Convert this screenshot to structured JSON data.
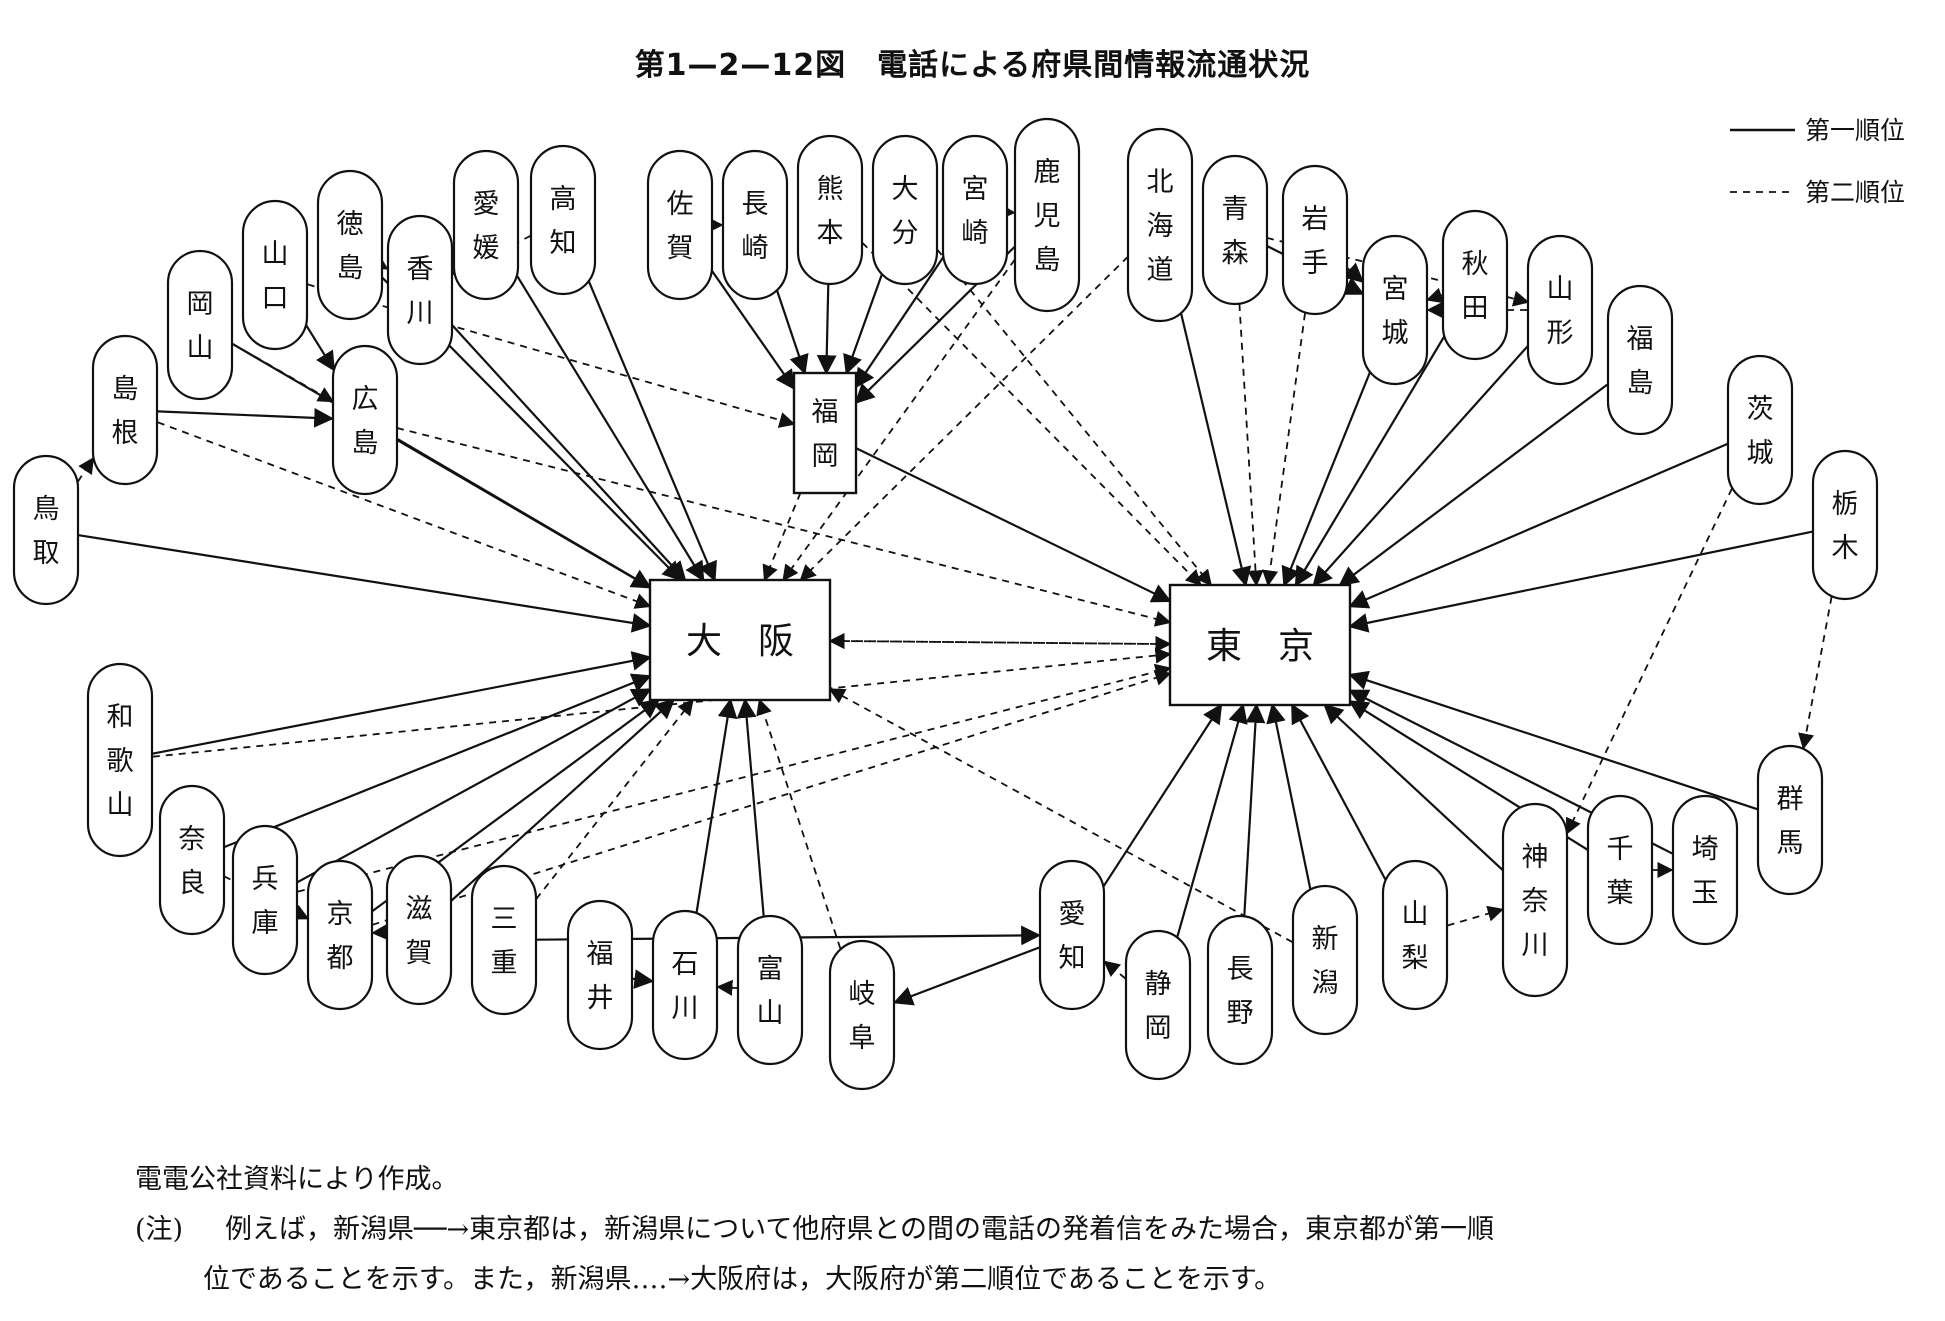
{
  "title": "第1—2—12図　電話による府県間情報流通状況",
  "legend": {
    "first": "第一順位",
    "second": "第二順位"
  },
  "hubs": {
    "osaka": "大　阪",
    "tokyo": "東　京",
    "fukuoka": "福岡"
  },
  "prefectures": {
    "tottori": "鳥取",
    "shimane": "島根",
    "okayama": "岡山",
    "yamaguchi": "山口",
    "hiroshima": "広島",
    "tokushima": "徳島",
    "kagawa": "香川",
    "ehime": "愛媛",
    "kochi": "高知",
    "saga": "佐賀",
    "nagasaki": "長崎",
    "kumamoto": "熊本",
    "oita": "大分",
    "miyazaki": "宮崎",
    "kagoshima": "鹿児島",
    "hokkaido": "北海道",
    "aomori": "青森",
    "iwate": "岩手",
    "miyagi": "宮城",
    "akita": "秋田",
    "yamagata": "山形",
    "fukushima": "福島",
    "ibaraki": "茨城",
    "tochigi": "栃木",
    "gunma": "群馬",
    "saitama": "埼玉",
    "chiba": "千葉",
    "kanagawa": "神奈川",
    "yamanashi": "山梨",
    "niigata": "新潟",
    "nagano": "長野",
    "shizuoka": "静岡",
    "aichi": "愛知",
    "gifu": "岐阜",
    "toyama": "富山",
    "ishikawa": "石川",
    "fukui": "福井",
    "mie": "三重",
    "shiga": "滋賀",
    "kyoto": "京都",
    "hyogo": "兵庫",
    "nara": "奈良",
    "wakayama": "和歌山"
  },
  "edges": [
    [
      "hokkaido",
      "tokyo",
      1
    ],
    [
      "hokkaido",
      "osaka",
      2
    ],
    [
      "aomori",
      "tokyo",
      2
    ],
    [
      "aomori",
      "miyagi",
      1
    ],
    [
      "aomori",
      "yamagata",
      2
    ],
    [
      "iwate",
      "miyagi",
      1
    ],
    [
      "iwate",
      "tokyo",
      2
    ],
    [
      "miyagi",
      "tokyo",
      1
    ],
    [
      "akita",
      "miyagi",
      2
    ],
    [
      "akita",
      "tokyo",
      1
    ],
    [
      "yamagata",
      "tokyo",
      1
    ],
    [
      "yamagata",
      "miyagi",
      2
    ],
    [
      "fukushima",
      "tokyo",
      1
    ],
    [
      "ibaraki",
      "tokyo",
      1
    ],
    [
      "ibaraki",
      "kanagawa",
      2
    ],
    [
      "tochigi",
      "tokyo",
      1
    ],
    [
      "tochigi",
      "gunma",
      2
    ],
    [
      "gunma",
      "tokyo",
      1
    ],
    [
      "saitama",
      "tokyo",
      1
    ],
    [
      "chiba",
      "tokyo",
      1
    ],
    [
      "chiba",
      "saitama",
      2
    ],
    [
      "kanagawa",
      "tokyo",
      1
    ],
    [
      "yamanashi",
      "tokyo",
      1
    ],
    [
      "yamanashi",
      "kanagawa",
      2
    ],
    [
      "niigata",
      "tokyo",
      1
    ],
    [
      "niigata",
      "osaka",
      2
    ],
    [
      "nagano",
      "tokyo",
      1
    ],
    [
      "shizuoka",
      "tokyo",
      1
    ],
    [
      "shizuoka",
      "aichi",
      2
    ],
    [
      "aichi",
      "tokyo",
      1
    ],
    [
      "aichi",
      "gifu",
      1
    ],
    [
      "gifu",
      "osaka",
      2
    ],
    [
      "toyama",
      "osaka",
      1
    ],
    [
      "toyama",
      "ishikawa",
      2
    ],
    [
      "ishikawa",
      "osaka",
      1
    ],
    [
      "fukui",
      "ishikawa",
      1
    ],
    [
      "mie",
      "aichi",
      1
    ],
    [
      "mie",
      "osaka",
      2
    ],
    [
      "shiga",
      "osaka",
      1
    ],
    [
      "shiga",
      "kyoto",
      2
    ],
    [
      "kyoto",
      "osaka",
      1
    ],
    [
      "kyoto",
      "tokyo",
      2
    ],
    [
      "hyogo",
      "osaka",
      1
    ],
    [
      "hyogo",
      "tokyo",
      2
    ],
    [
      "nara",
      "osaka",
      1
    ],
    [
      "nara",
      "kyoto",
      2
    ],
    [
      "wakayama",
      "osaka",
      1
    ],
    [
      "wakayama",
      "tokyo",
      2
    ],
    [
      "tottori",
      "osaka",
      1
    ],
    [
      "tottori",
      "shimane",
      2
    ],
    [
      "shimane",
      "hiroshima",
      1
    ],
    [
      "shimane",
      "osaka",
      2
    ],
    [
      "okayama",
      "osaka",
      1
    ],
    [
      "okayama",
      "hiroshima",
      2
    ],
    [
      "yamaguchi",
      "hiroshima",
      1
    ],
    [
      "yamaguchi",
      "fukuoka",
      2
    ],
    [
      "hiroshima",
      "osaka",
      1
    ],
    [
      "hiroshima",
      "tokyo",
      2
    ],
    [
      "tokushima",
      "osaka",
      1
    ],
    [
      "tokushima",
      "kagawa",
      2
    ],
    [
      "kagawa",
      "osaka",
      1
    ],
    [
      "kagawa",
      "ehime",
      2
    ],
    [
      "ehime",
      "osaka",
      1
    ],
    [
      "kochi",
      "osaka",
      1
    ],
    [
      "kochi",
      "kagawa",
      2
    ],
    [
      "saga",
      "fukuoka",
      1
    ],
    [
      "saga",
      "nagasaki",
      2
    ],
    [
      "nagasaki",
      "fukuoka",
      1
    ],
    [
      "kumamoto",
      "fukuoka",
      1
    ],
    [
      "kumamoto",
      "tokyo",
      2
    ],
    [
      "oita",
      "fukuoka",
      1
    ],
    [
      "oita",
      "tokyo",
      2
    ],
    [
      "miyazaki",
      "fukuoka",
      1
    ],
    [
      "miyazaki",
      "kagoshima",
      2
    ],
    [
      "kagoshima",
      "fukuoka",
      1
    ],
    [
      "kagoshima",
      "osaka",
      2
    ],
    [
      "fukuoka",
      "tokyo",
      1
    ],
    [
      "fukuoka",
      "osaka",
      2
    ],
    [
      "osaka",
      "tokyo",
      2
    ],
    [
      "tokyo",
      "osaka",
      2
    ]
  ],
  "notes": {
    "source": "電電公社資料により作成。",
    "note_label": "(注)",
    "note_line1": "例えば，新潟県──→東京都は，新潟県について他府県との間の電話の発着信をみた場合，東京都が第一順",
    "note_line2": "位であることを示す。また，新潟県‥‥→大阪府は，大阪府が第二順位であることを示す。"
  }
}
